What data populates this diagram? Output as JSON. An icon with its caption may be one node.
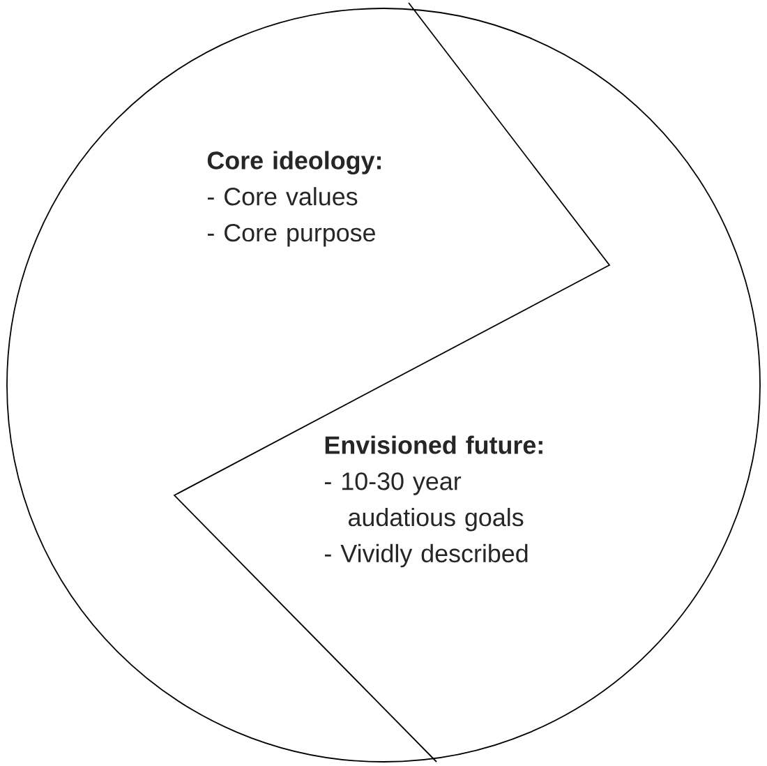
{
  "diagram": {
    "nodes": [
      {
        "text": [
          "Core ideology:",
          "- Core values",
          "- Core purpose"
        ]
      },
      {
        "text": [
          "Envisioned future:",
          "- 10-30 year audatious goals",
          "- Vividly described"
        ]
      }
    ]
  }
}
